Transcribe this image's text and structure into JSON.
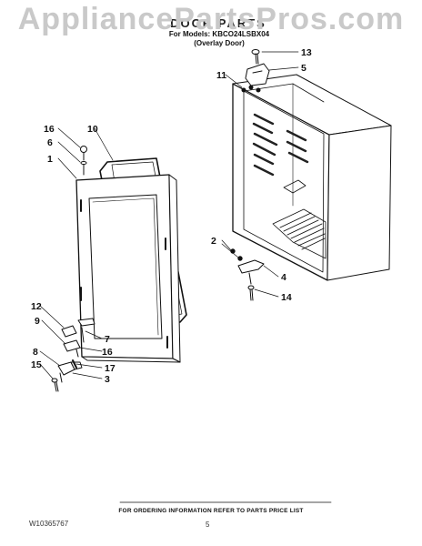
{
  "watermark": "AppliancePartsPros.com",
  "header": {
    "title": "DOOR PARTS",
    "models_line": "For Models: KBCO24LSBX04",
    "door_type": "(Overlay Door)"
  },
  "callouts": [
    "1",
    "2",
    "3",
    "4",
    "5",
    "6",
    "7",
    "8",
    "9",
    "10",
    "11",
    "12",
    "13",
    "14",
    "15",
    "16",
    "16",
    "17"
  ],
  "footer": {
    "ordering_note": "FOR ORDERING INFORMATION REFER TO PARTS PRICE LIST",
    "document_number": "W10365767",
    "page_number": "5"
  }
}
